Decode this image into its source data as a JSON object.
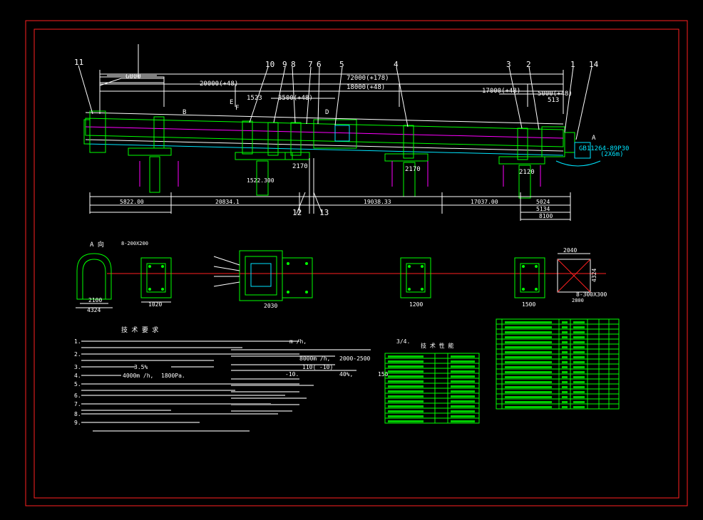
{
  "colors": {
    "background": "#000000",
    "frame": "#ff2020",
    "outline": "#00ff00",
    "dimension": "#ffffff",
    "kiln_axis": "#ff00ff",
    "annotation": "#00e5ff"
  },
  "callouts": [
    "11",
    "10",
    "9",
    "8",
    "7",
    "6",
    "5",
    "4",
    "3",
    "2",
    "1",
    "14",
    "12",
    "13"
  ],
  "top_dimensions": {
    "d72000": "72000(+178)",
    "d20000": "20000(+48)",
    "d18000": "18000(+48)",
    "d17000": "17000(+48)",
    "d5000": "5000(+48)",
    "d1523": "1523",
    "d3500": "3500(+48)",
    "d513": "513",
    "d6000": "6000"
  },
  "base_dimensions": {
    "d5822": "5822.00",
    "d20834": "20834.1",
    "d19038": "19038.33",
    "d17037": "17037.00",
    "d5024": "5024",
    "d5134": "5134",
    "d8100": "8100",
    "d1522": "1522.300"
  },
  "labels": {
    "section_a": "A",
    "section_a_view": "A 向",
    "ref_code": "GB11264-89P30",
    "ref_size": "(2X6m)",
    "mark_b": "B",
    "mark_e": "E",
    "mark_f": "F",
    "mark_d": "D",
    "v2170a": "2170",
    "v2170b": "2170",
    "v2120": "2120",
    "v2040": "2040",
    "v2800": "2800",
    "v4324a": "4324",
    "v4324b": "4324",
    "v2100": "2100",
    "v1020": "1020",
    "v2030": "2030",
    "v1200": "1200",
    "v1500": "1500",
    "v300x300": "8-300X300",
    "v200200": "8-200X200"
  },
  "notes": {
    "title": "技 术 要 求",
    "items": [
      "1.",
      "2.",
      "3.",
      "4.",
      "5.",
      "6.",
      "7.",
      "8.",
      "9."
    ],
    "inline": [
      "m /h,",
      "3/4.",
      "3.5%",
      "4000m /h,",
      "1800Pa.",
      "8000m /h,",
      "2000-2500",
      "110(",
      "-10)",
      "-10.",
      "40%,",
      "150"
    ]
  },
  "table_titles": {
    "params": "技 术 性 能"
  }
}
